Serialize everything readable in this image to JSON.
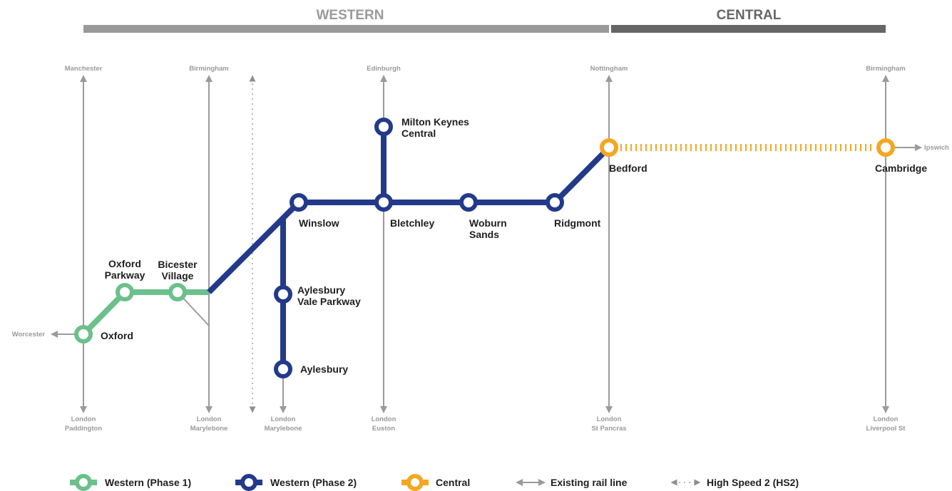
{
  "sections": {
    "western": {
      "label": "WESTERN"
    },
    "central": {
      "label": "CENTRAL"
    }
  },
  "colors": {
    "western_phase1": "#6cc08b",
    "western_phase2": "#233a8b",
    "central": "#f5a623",
    "existing_rail": "#9b9b9b",
    "hs2": "#b8b8b8",
    "western_bar": "#999999",
    "central_bar": "#666666"
  },
  "existing_lines": {
    "manchester": {
      "north": "Manchester",
      "south": [
        "London",
        "Paddington"
      ]
    },
    "birmingham_marylebone": {
      "north": "Birmingham",
      "south": [
        "London",
        "Marylebone"
      ]
    },
    "aylesbury_marylebone": {
      "south": [
        "London",
        "Marylebone"
      ]
    },
    "edinburgh": {
      "north": "Edinburgh",
      "south": [
        "London",
        "Euston"
      ]
    },
    "nottingham": {
      "north": "Nottingham",
      "south": [
        "London",
        "St Pancras"
      ]
    },
    "birmingham_liverpool": {
      "north": "Birmingham",
      "south": [
        "London",
        "Liverpool St"
      ]
    },
    "worcester": {
      "label": "Worcester"
    },
    "ipswich": {
      "label": "Ipswich"
    }
  },
  "stations": {
    "oxford": {
      "lines": [
        "Oxford"
      ]
    },
    "oxford_parkway": {
      "lines": [
        "Oxford",
        "Parkway"
      ]
    },
    "bicester_village": {
      "lines": [
        "Bicester",
        "Village"
      ]
    },
    "winslow": {
      "lines": [
        "Winslow"
      ]
    },
    "aylesbury_vale_parkway": {
      "lines": [
        "Aylesbury",
        "Vale Parkway"
      ]
    },
    "aylesbury": {
      "lines": [
        "Aylesbury"
      ]
    },
    "milton_keynes_central": {
      "lines": [
        "Milton Keynes",
        "Central"
      ]
    },
    "bletchley": {
      "lines": [
        "Bletchley"
      ]
    },
    "woburn_sands": {
      "lines": [
        "Woburn",
        "Sands"
      ]
    },
    "ridgmont": {
      "lines": [
        "Ridgmont"
      ]
    },
    "bedford": {
      "lines": [
        "Bedford"
      ]
    },
    "cambridge": {
      "lines": [
        "Cambridge"
      ]
    }
  },
  "legend": {
    "western_phase1": "Western (Phase 1)",
    "western_phase2": "Western (Phase 2)",
    "central": "Central",
    "existing_rail": "Existing rail line",
    "hs2": "High Speed 2 (HS2)"
  }
}
